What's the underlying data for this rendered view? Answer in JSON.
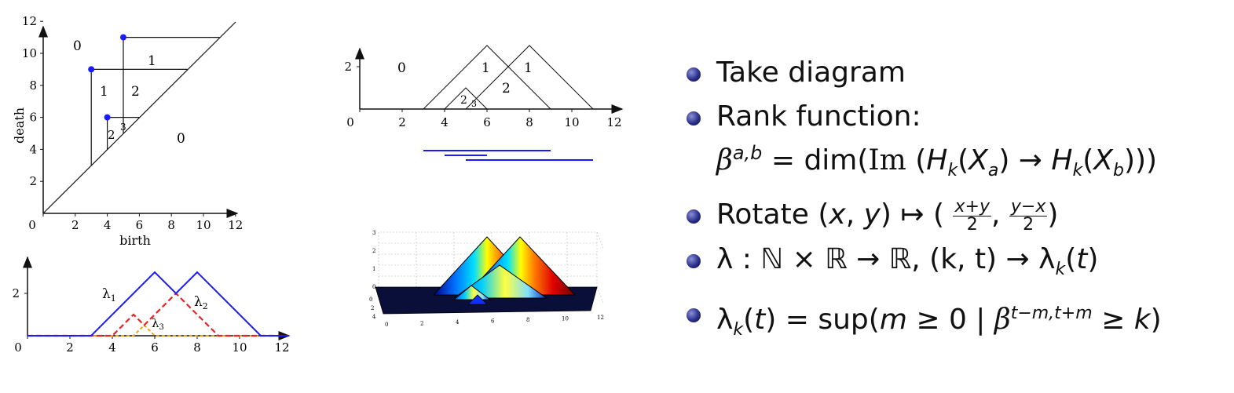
{
  "persistence_diagram": {
    "x_ticks": [
      "0",
      "2",
      "4",
      "6",
      "8",
      "10",
      "12"
    ],
    "y_ticks": [
      "2",
      "4",
      "6",
      "8",
      "10",
      "12"
    ],
    "xlabel": "birth",
    "ylabel": "death",
    "points": [
      {
        "birth": 3,
        "death": 9
      },
      {
        "birth": 5,
        "death": 11
      },
      {
        "birth": 4,
        "death": 6
      }
    ],
    "region_labels": [
      "0",
      "1",
      "1",
      "2",
      "2",
      "3",
      "0"
    ]
  },
  "rank_function_plot": {
    "x_ticks": [
      "0",
      "2",
      "4",
      "6",
      "8",
      "10",
      "12"
    ],
    "y_ticks": [
      "2"
    ],
    "region_labels": [
      "0",
      "1",
      "1",
      "2",
      "2",
      "3"
    ],
    "barcode": [
      {
        "start": 3,
        "end": 9
      },
      {
        "start": 4,
        "end": 6
      },
      {
        "start": 5,
        "end": 11
      }
    ]
  },
  "landscape_plot": {
    "x_ticks": [
      "0",
      "2",
      "4",
      "6",
      "8",
      "10",
      "12"
    ],
    "y_ticks": [
      "2"
    ],
    "curve_labels": {
      "l1_main": "λ",
      "l1_sub": "1",
      "l2_main": "λ",
      "l2_sub": "2",
      "l3_main": "λ",
      "l3_sub": "3"
    }
  },
  "surface_plot": {
    "x_ticks": [
      "0",
      "2",
      "4",
      "6",
      "8",
      "10",
      "12"
    ],
    "y_ticks": [
      "0",
      "1",
      "2",
      "3"
    ],
    "depth_ticks": [
      "0",
      "2",
      "4"
    ]
  },
  "colors": {
    "blue": "#1a1aff",
    "red": "#ee2222",
    "orange": "#f0a020",
    "axis": "#111111"
  },
  "bullets": {
    "b1": "Take diagram",
    "b2a": "Rank function:",
    "b3": "Rotate",
    "b4": "λ : ℕ × ℝ → ℝ, (k, t) → λ",
    "b5": "λ"
  }
}
